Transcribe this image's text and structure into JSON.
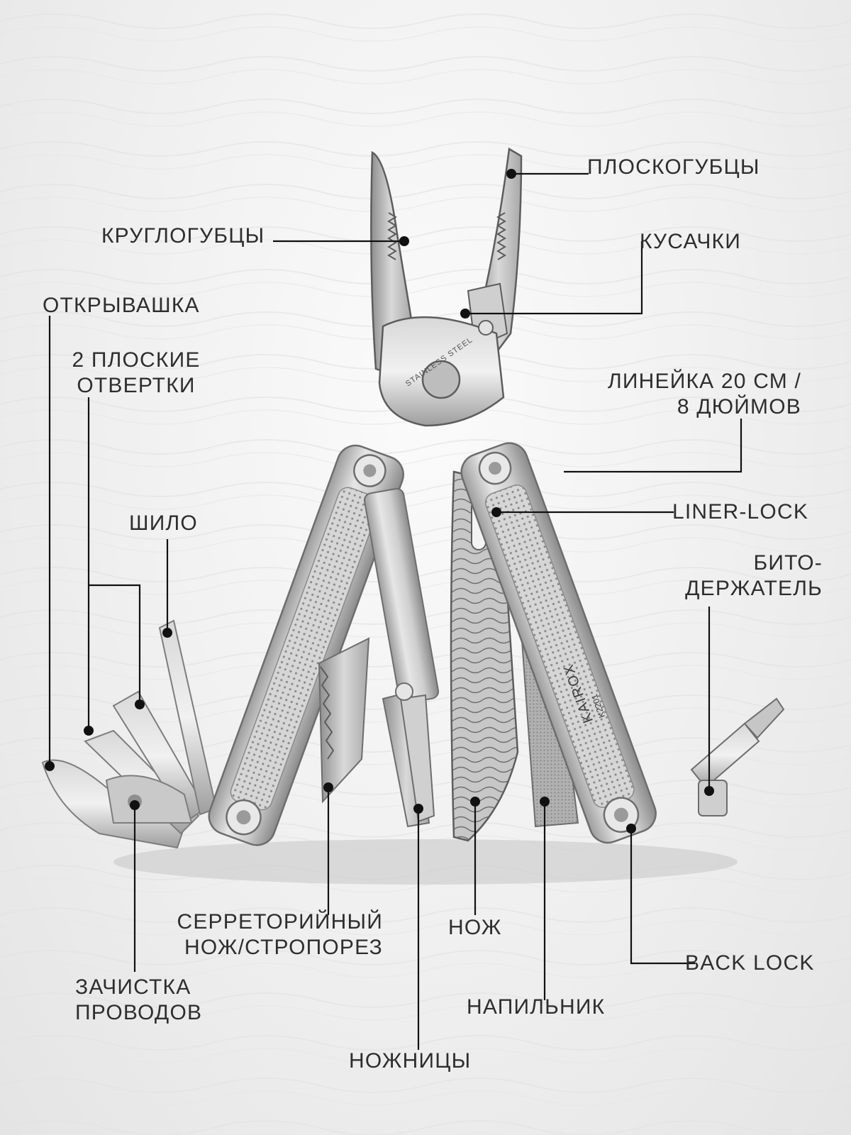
{
  "callouts": {
    "pliers_flat": "ПЛОСКОГУБЦЫ",
    "pliers_round": "КРУГЛОГУБЦЫ",
    "wire_cutters": "КУСАЧКИ",
    "bottle_opener": "ОТКРЫВАШКА",
    "flat_screwdrivers_1": "2 ПЛОСКИЕ",
    "flat_screwdrivers_2": "ОТВЕРТКИ",
    "ruler_1": "ЛИНЕЙКА 20 СМ /",
    "ruler_2": "8 ДЮЙМОВ",
    "liner_lock": "LINER-LOCK",
    "awl": "ШИЛО",
    "bit_holder_1": "БИТО-",
    "bit_holder_2": "ДЕРЖАТЕЛЬ",
    "serrated_knife_1": "СЕРРЕТОРИЙНЫЙ",
    "serrated_knife_2": "НОЖ/СТРОПОРЕЗ",
    "knife": "НОЖ",
    "back_lock": "BACK LOCK",
    "wire_stripper_1": "ЗАЧИСТКА",
    "wire_stripper_2": "ПРОВОДОВ",
    "file": "НАПИЛЬНИК",
    "scissors": "НОЖНИЦЫ"
  },
  "brand": {
    "name": "KAIROX",
    "model": "K2201",
    "stamp": "STAINLESS STEEL"
  },
  "colors": {
    "background": "#efefef",
    "steel_light": "#e2e2e2",
    "steel_mid": "#b9b9b9",
    "steel_dark": "#7a7a7a",
    "leader": "#111111",
    "text": "#2e2e2e"
  }
}
